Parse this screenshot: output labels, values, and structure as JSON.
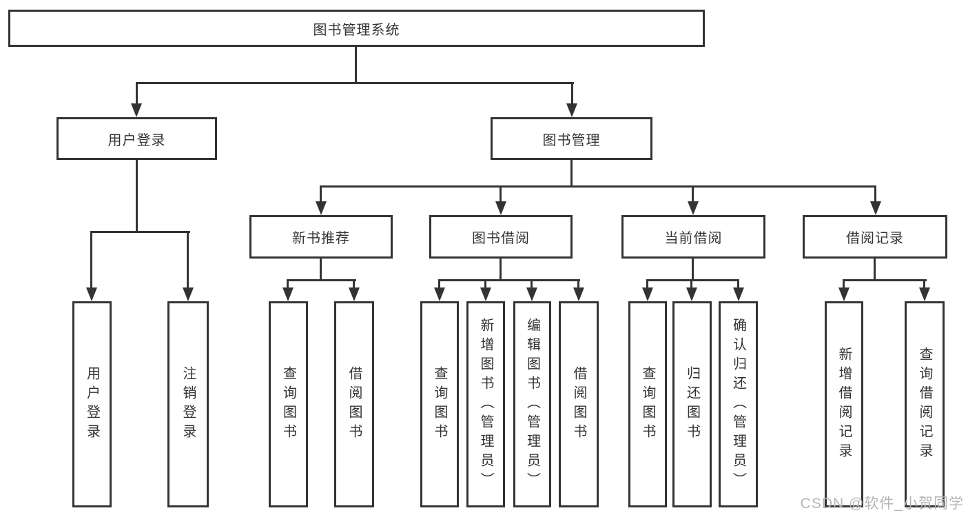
{
  "diagram": {
    "root": "图书管理系统",
    "level2": {
      "user_login": "用户登录",
      "book_mgmt": "图书管理"
    },
    "level3": {
      "new_book_rec": "新书推荐",
      "book_borrow": "图书借阅",
      "current_borrow": "当前借阅",
      "borrow_records": "借阅记录"
    },
    "leaves": {
      "user_login_leaf": "用户登录",
      "logout_leaf": "注销登录",
      "nb_query": "查询图书",
      "nb_borrow": "借阅图书",
      "bb_query": "查询图书",
      "bb_add": "新增图书（管理员）",
      "bb_edit": "编辑图书（管理员）",
      "bb_borrow": "借阅图书",
      "cb_query": "查询图书",
      "cb_return": "归还图书",
      "cb_confirm": "确认归还（管理员）",
      "br_add": "新增借阅记录",
      "br_query": "查询借阅记录"
    },
    "colors": {
      "line": "#333333",
      "text": "#333333",
      "watermark": "#b5b5b5",
      "background": "#ffffff"
    }
  },
  "watermark": "CSDN @软件_小贺同学"
}
